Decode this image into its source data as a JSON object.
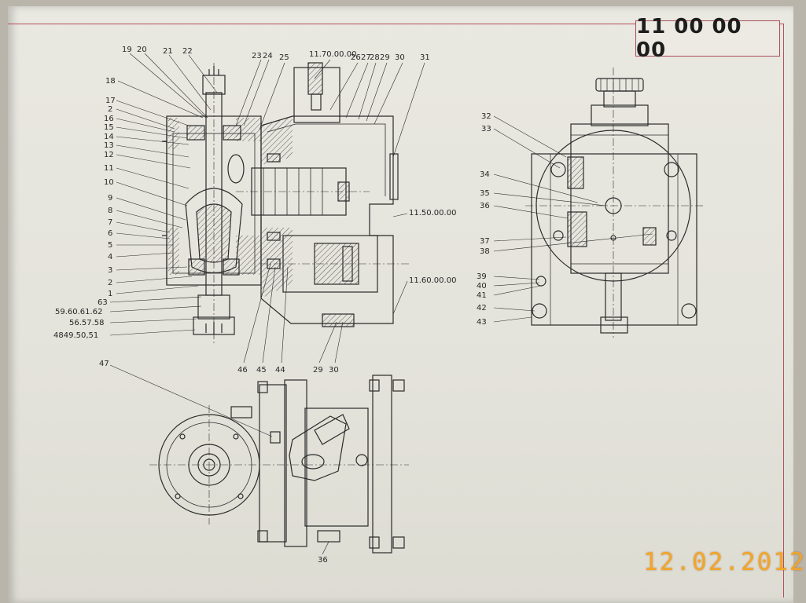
{
  "sheet": {
    "number": "11 00 00 00"
  },
  "photo": {
    "timestamp": "12.02.2012"
  },
  "colors": {
    "timestamp": "#f2a52a",
    "border": "#b8505a",
    "ink": "#262626"
  },
  "labels": {
    "l19": "19",
    "l20": "20",
    "l21": "21",
    "l22": "22",
    "l23": "23",
    "l24": "24",
    "l25": "25",
    "ref_11_70": "11.70.00.00",
    "l26": "26",
    "l27": "27",
    "l28": "28",
    "l29t": "29",
    "l30t": "30",
    "l31": "31",
    "l18": "18",
    "l17": "17",
    "l2a": "2",
    "l16": "16",
    "l15": "15",
    "l14": "14",
    "l13": "13",
    "l12": "12",
    "l11": "11",
    "l10": "10",
    "l9": "9",
    "l8": "8",
    "l7": "7",
    "l6": "6",
    "l5": "5",
    "l4": "4",
    "l3": "3",
    "l2b": "2",
    "l1": "1",
    "l63": "63",
    "l59": "59.60.61.62",
    "l56": "56.57.58",
    "l48": "4849.50,51",
    "ref_11_50": "11.50.00.00",
    "ref_11_60": "11.60.00.00",
    "l46": "46",
    "l45": "45",
    "l44": "44",
    "l29b": "29",
    "l30b": "30",
    "l32": "32",
    "l33": "33",
    "l34": "34",
    "l35": "35",
    "l36r": "36",
    "l37": "37",
    "l38": "38",
    "l39": "39",
    "l40": "40",
    "l41": "41",
    "l42": "42",
    "l43": "43",
    "l47": "47",
    "l36b": "36"
  }
}
